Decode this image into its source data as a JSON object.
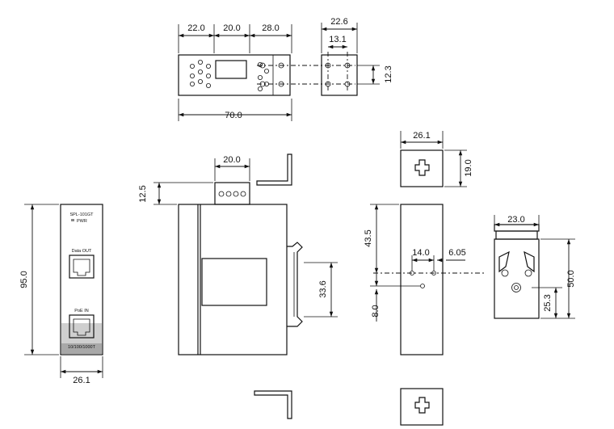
{
  "labels": {
    "d_22_0": "22.0",
    "d_20_0_top": "20.0",
    "d_28_0": "28.0",
    "d_22_6": "22.6",
    "d_13_1": "13.1",
    "d_12_3": "12.3",
    "d_70_0": "70.0",
    "d_26_1_clip": "26.1",
    "d_19_0": "19.0",
    "d_20_0_side": "20.0",
    "d_12_5": "12.5",
    "d_95_0": "95.0",
    "d_26_1_front": "26.1",
    "d_43_5": "43.5",
    "d_14_0": "14.0",
    "d_6_05": "6.05",
    "d_8_0": "8.0",
    "d_33_6": "33.6",
    "d_23_0": "23.0",
    "d_50_0": "50.0",
    "d_25_3": "25.3"
  },
  "front_panel": {
    "model": "SPL-101GT",
    "pwr": "PWR",
    "port_out": "Data OUT",
    "port_in": "PoE IN",
    "speed": "10/100/1000T"
  }
}
